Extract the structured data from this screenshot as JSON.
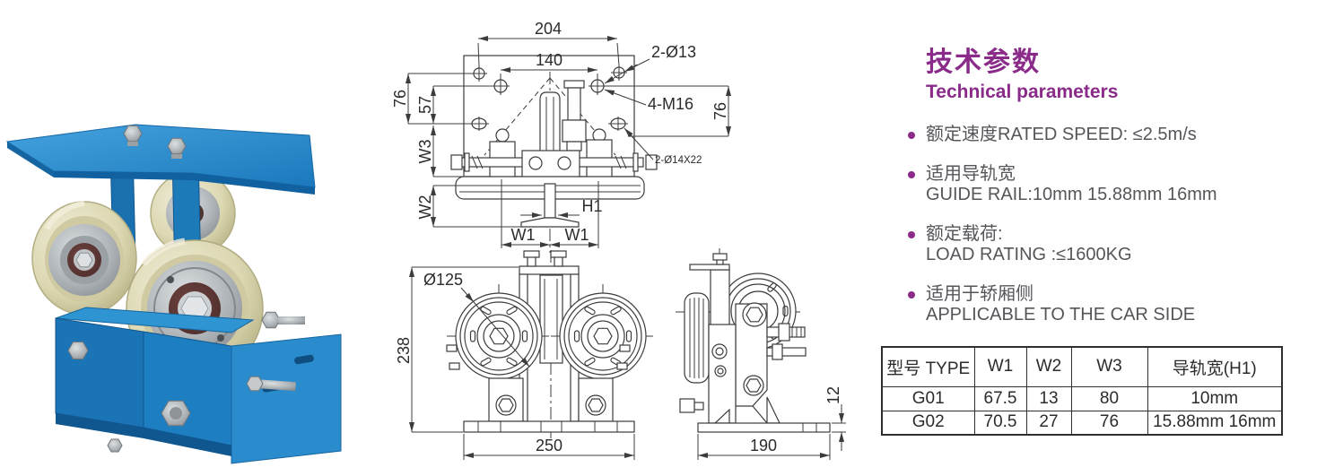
{
  "colors": {
    "accent_purple": "#8a2b8a",
    "body_text": "#55565a",
    "drawing_lines": "#3c3c3c",
    "photo_blue": "#1e7fc2",
    "photo_blue_dark": "#15629e",
    "roller_cream": "#d9d5ad",
    "hub_silver": "#a8aeb2",
    "hub_ring_maroon": "#5a3232",
    "table_border": "#2f2f2f"
  },
  "drawings": {
    "top_view": {
      "dim_204": "204",
      "dim_140": "140",
      "dim_76_left": "76",
      "dim_57": "57",
      "dim_w3": "W3",
      "dim_w2": "W2",
      "dim_76_right": "76",
      "note_2_d13": "2-Ø13",
      "note_4_m16": "4-M16",
      "note_2_d14x22": "2-Ø14X22",
      "dim_h1": "H1",
      "dim_w1_left": "W1",
      "dim_w1_right": "W1"
    },
    "front_view": {
      "dim_dia125": "Ø125",
      "dim_238": "238",
      "dim_250": "250"
    },
    "side_view": {
      "dim_190": "190",
      "dim_12": "12"
    }
  },
  "specs": {
    "title_zh": "技术参数",
    "title_en": "Technical parameters",
    "bullets": [
      {
        "line1": "额定速度RATED SPEED: ≤2.5m/s",
        "line2": ""
      },
      {
        "line1": "适用导轨宽",
        "line2": "GUIDE RAIL:10mm 15.88mm 16mm"
      },
      {
        "line1": "额定载荷:",
        "line2": "LOAD RATING :≤1600KG"
      },
      {
        "line1": "适用于轿厢侧",
        "line2": "APPLICABLE TO THE CAR SIDE"
      }
    ]
  },
  "table": {
    "headers": [
      "型号 TYPE",
      "W1",
      "W2",
      "W3",
      "导轨宽(H1)"
    ],
    "rows": [
      [
        "G01",
        "67.5",
        "13",
        "80",
        "10mm"
      ],
      [
        "G02",
        "70.5",
        "27",
        "76",
        "15.88mm  16mm"
      ]
    ]
  }
}
